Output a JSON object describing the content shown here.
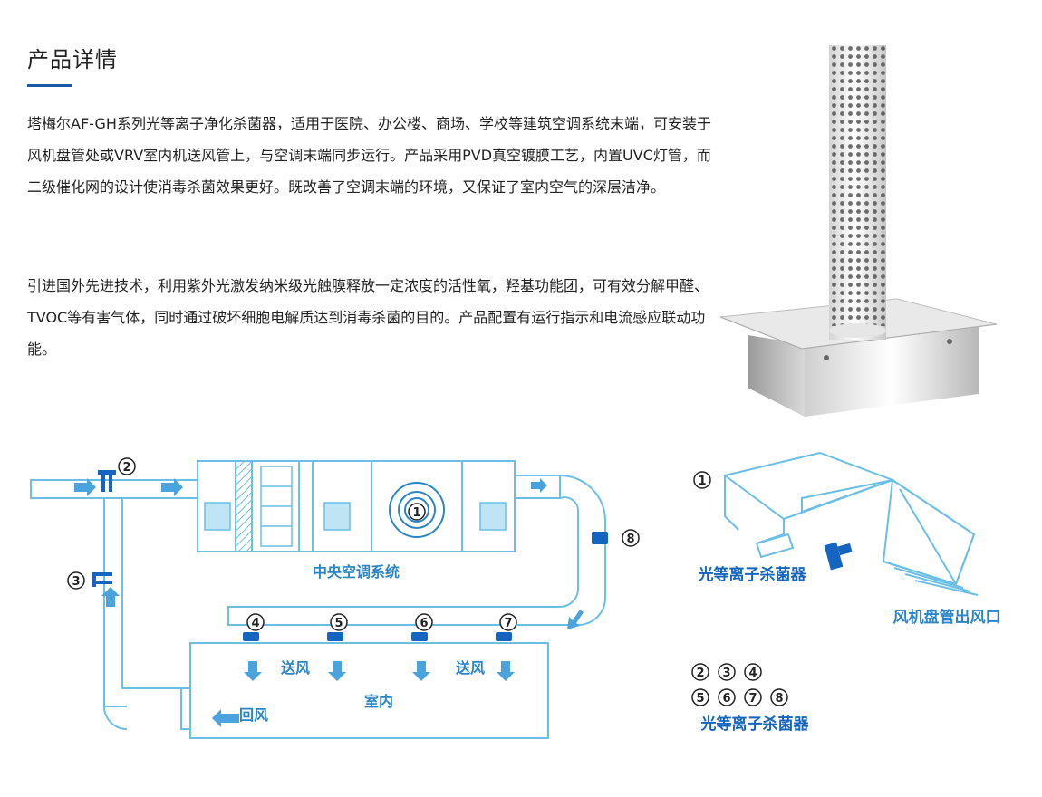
{
  "section": {
    "title": "产品详情",
    "paragraphs": [
      "塔梅尔AF-GH系列光等离子净化杀菌器，适用于医院、办公楼、商场、学校等建筑空调系统末端，可安装于风机盘管处或VRV室内机送风管上，与空调末端同步运行。产品采用PVD真空镀膜工艺，内置UVC灯管，而二级催化网的设计使消毒杀菌效果更好。既改善了空调末端的环境，又保证了室内空气的深层洁净。",
      "引进国外先进技术，利用紫外光激发纳米级光触膜释放一定浓度的活性氧，羟基功能团，可有效分解甲醛、TVOC等有害气体，同时通过破坏细胞电解质达到消毒杀菌的目的。产品配置有运行指示和电流感应联动功能。"
    ]
  },
  "diagram_left": {
    "system_label": "中央空调系统",
    "supply_air": "送风",
    "indoor": "室内",
    "return_air": "回风",
    "nums": {
      "n1": "1",
      "n2": "2",
      "n3": "3",
      "n4": "4",
      "n5": "5",
      "n6": "6",
      "n7": "7",
      "n8": "8"
    }
  },
  "diagram_right": {
    "num1": "1",
    "device_label": "光等离子杀菌器",
    "outlet_label": "风机盘管出风口",
    "legend_row1": [
      "2",
      "3",
      "4"
    ],
    "legend_row2": [
      "5",
      "6",
      "7",
      "8"
    ],
    "legend_label": "光等离子杀菌器"
  },
  "colors": {
    "accent": "#1a5aa8",
    "diagram_blue": "#2b86c8",
    "diagram_line": "#6bbfe6",
    "device_blue": "#1565c0"
  }
}
